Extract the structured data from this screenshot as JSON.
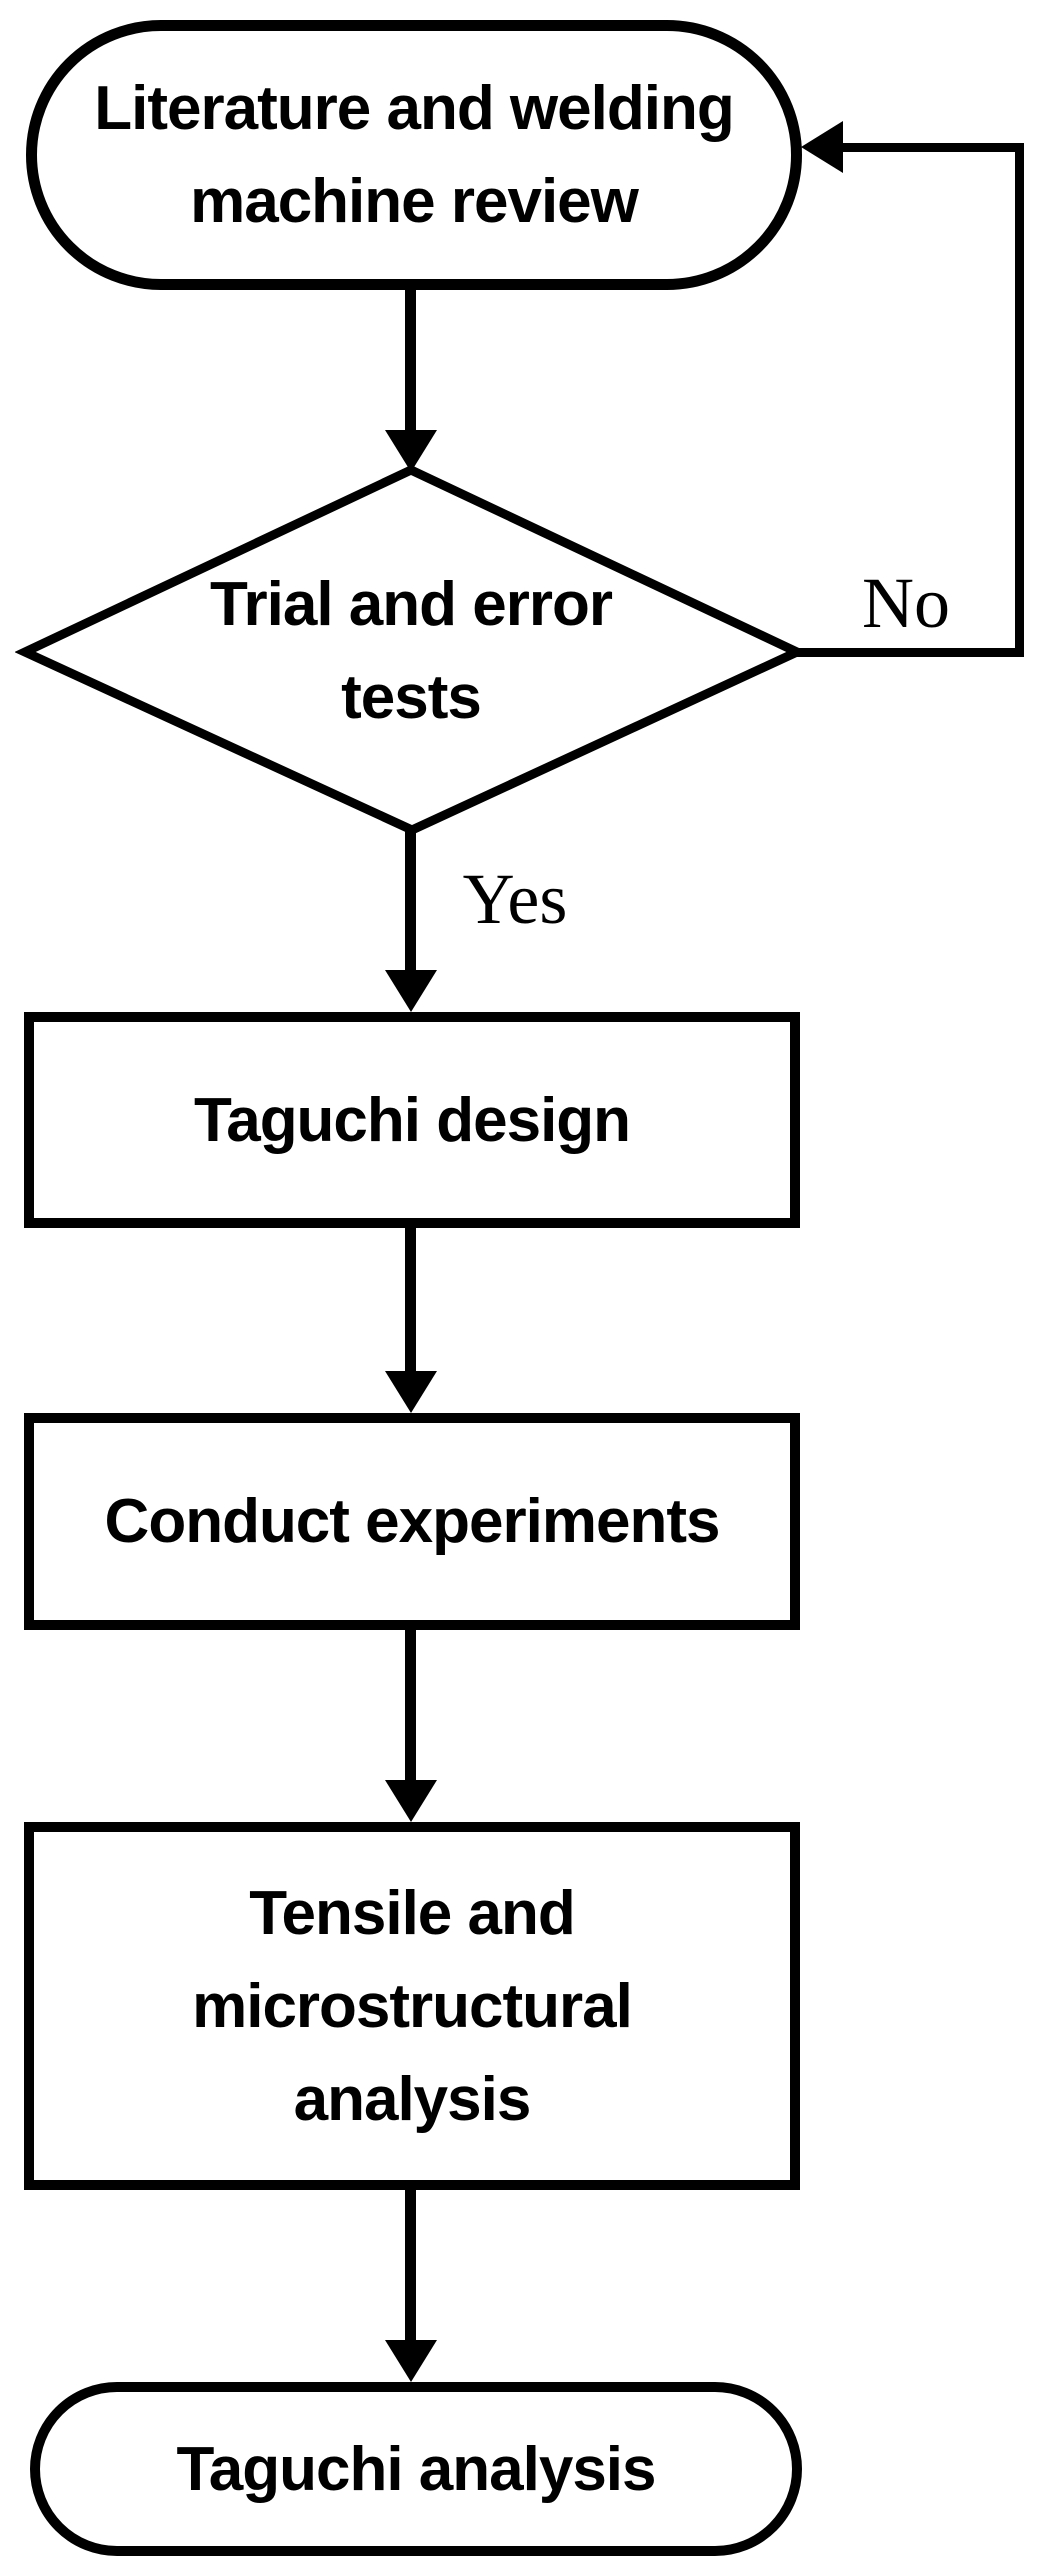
{
  "flowchart": {
    "colors": {
      "stroke": "#000000",
      "fill": "#ffffff",
      "text": "#000000"
    },
    "nodes": {
      "start": {
        "shape": "terminator",
        "label": "Literature and welding\nmachine review"
      },
      "decision": {
        "shape": "decision",
        "label": "Trial and error\ntests"
      },
      "taguchi_design": {
        "shape": "process",
        "label": "Taguchi design"
      },
      "conduct_experiments": {
        "shape": "process",
        "label": "Conduct experiments"
      },
      "tensile_analysis": {
        "shape": "process",
        "label": "Tensile and\nmicrostructural\nanalysis"
      },
      "end": {
        "shape": "terminator",
        "label": "Taguchi analysis"
      }
    },
    "edges": {
      "yes_label": "Yes",
      "no_label": "No"
    }
  }
}
